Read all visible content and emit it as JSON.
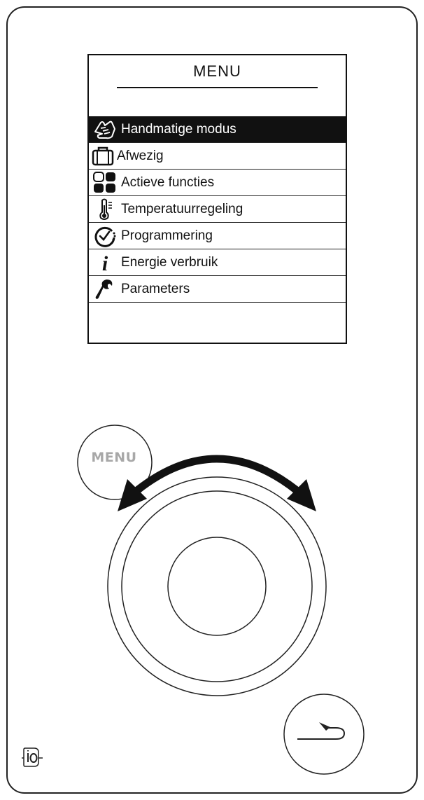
{
  "screen": {
    "title": "MENU",
    "items": [
      {
        "label": "Handmatige modus",
        "icon": "hand-icon",
        "selected": true
      },
      {
        "label": "Afwezig",
        "icon": "suitcase-icon",
        "selected": false
      },
      {
        "label": "Actieve functies",
        "icon": "functions-grid-icon",
        "selected": false
      },
      {
        "label": "Temperatuurregeling",
        "icon": "thermometer-icon",
        "selected": false
      },
      {
        "label": "Programmering",
        "icon": "clock-check-icon",
        "selected": false
      },
      {
        "label": "Energie verbruik",
        "icon": "info-icon",
        "selected": false
      },
      {
        "label": "Parameters",
        "icon": "wrench-icon",
        "selected": false
      }
    ]
  },
  "controls": {
    "menu_button_label": "MENU",
    "back_button_icon": "return-arrow-icon",
    "rotary_knob_icon": "rotate-arrow-icon",
    "brand_logo": "io-logo"
  },
  "colors": {
    "outline": "#222222",
    "menu_button_text": "#a8a8a8",
    "selected_background": "#111111",
    "selected_text": "#ffffff"
  }
}
